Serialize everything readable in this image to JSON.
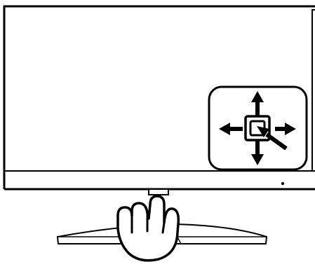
{
  "illustration": {
    "parts": [
      {
        "id": "monitor-screen",
        "icon": "monitor-icon"
      },
      {
        "id": "joystick-panel",
        "icon": "joystick-four-way-icon"
      },
      {
        "id": "power-indicator",
        "icon": "power-led-icon"
      },
      {
        "id": "control-key",
        "icon": "joystick-key-icon"
      },
      {
        "id": "stand-base",
        "icon": "stand-icon"
      },
      {
        "id": "hand",
        "icon": "pointing-hand-icon"
      }
    ],
    "colors": {
      "stroke": "#000000",
      "fill": "#ffffff"
    }
  }
}
